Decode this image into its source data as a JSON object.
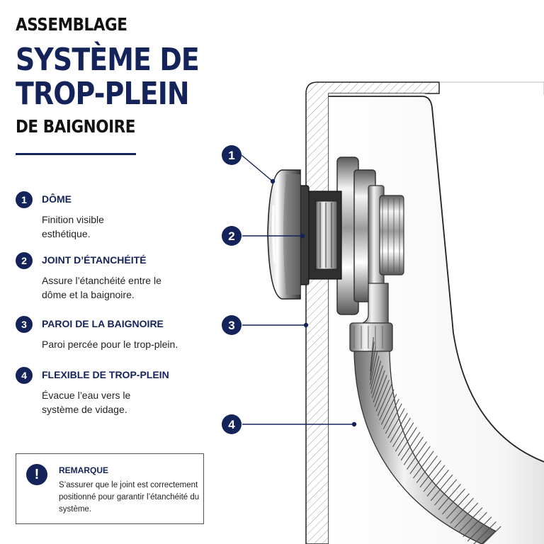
{
  "title": {
    "kicker": "ASSEMBLAGE",
    "line1": "SYSTÈME DE",
    "line2": "TROP-PLEIN",
    "sub": "DE BAIGNOIRE"
  },
  "legend": [
    {
      "num": "1",
      "title": "DÔME",
      "desc": "Finition visible esthétique."
    },
    {
      "num": "2",
      "title": "JOINT D’ÉTANCHÉITÉ",
      "desc": "Assure l’étanchéité entre le dôme et la baignoire."
    },
    {
      "num": "3",
      "title": "PAROI DE LA BAIGNOIRE",
      "desc": "Paroi percée pour le trop-plein."
    },
    {
      "num": "4",
      "title": "FLEXIBLE DE TROP-PLEIN",
      "desc": "Évacue l’eau vers le système de vidage."
    }
  ],
  "note": {
    "icon": "exclamation-icon",
    "symbol": "!",
    "title": "REMARQUE",
    "text": "S’assurer que le joint est correctement positionné pour garantir l’étanchéité du système."
  },
  "callouts": [
    "1",
    "2",
    "3",
    "4"
  ],
  "colors": {
    "navy": "#14235a",
    "hatch": "#9a9a9a",
    "chrome_dark": "#4a4a4a",
    "chrome_light": "#f2f2f2"
  }
}
